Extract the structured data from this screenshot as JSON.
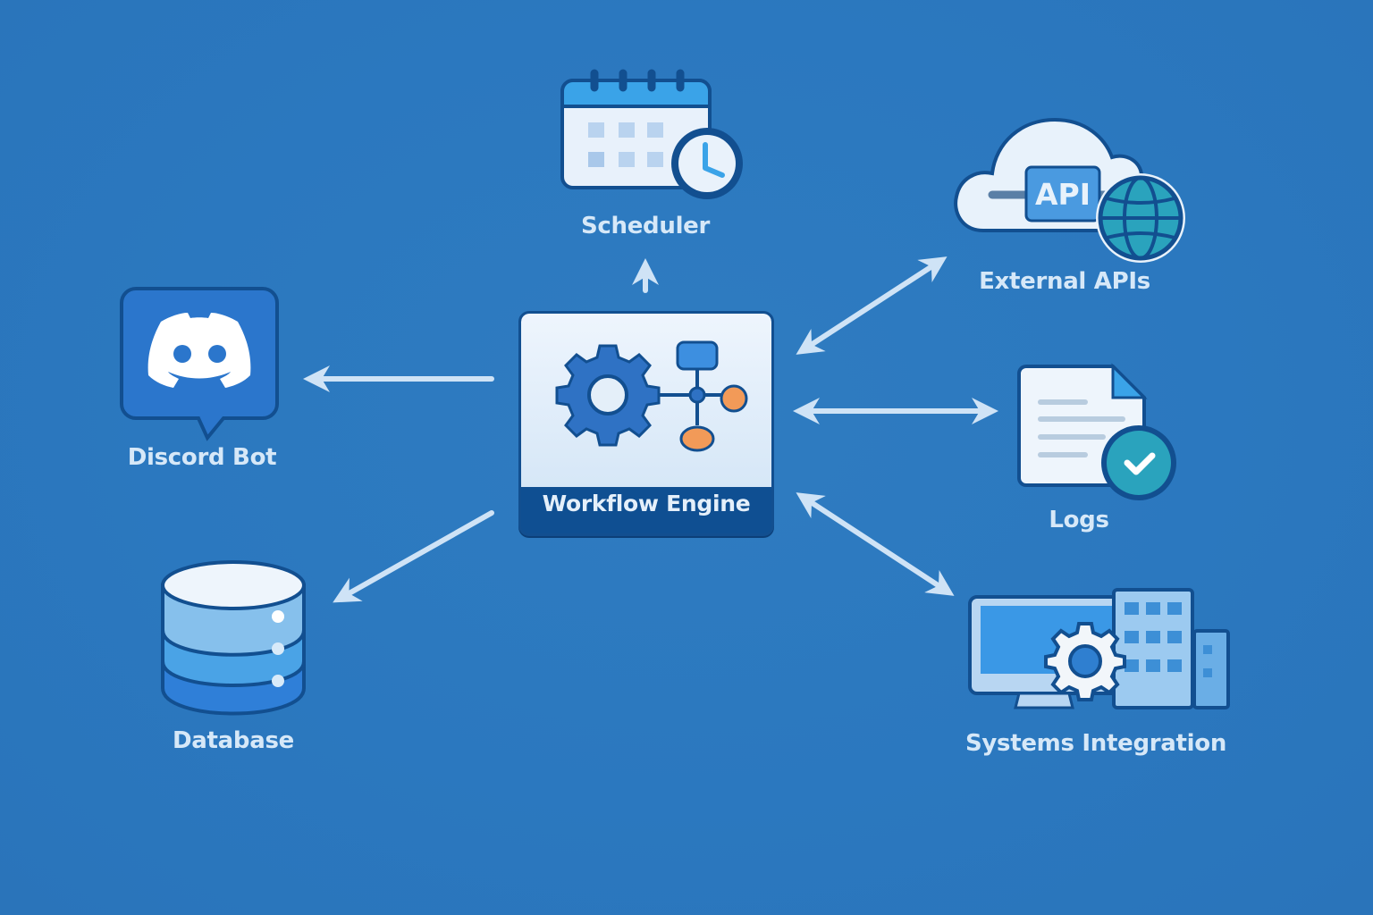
{
  "diagram": {
    "center": {
      "label": "Workflow Engine",
      "icon": "gear-workflow-icon"
    },
    "nodes": [
      {
        "id": "scheduler",
        "label": "Scheduler",
        "icon": "calendar-clock-icon",
        "connection": "outgoing"
      },
      {
        "id": "external-apis",
        "label": "External APIs",
        "icon": "cloud-api-globe-icon",
        "connection": "bidirectional"
      },
      {
        "id": "logs",
        "label": "Logs",
        "icon": "document-check-icon",
        "connection": "bidirectional"
      },
      {
        "id": "systems-integration",
        "label": "Systems Integration",
        "icon": "monitor-gear-building-icon",
        "connection": "bidirectional"
      },
      {
        "id": "discord-bot",
        "label": "Discord Bot",
        "icon": "discord-chat-icon",
        "connection": "outgoing"
      },
      {
        "id": "database",
        "label": "Database",
        "icon": "database-icon",
        "connection": "outgoing"
      }
    ],
    "icon_text": {
      "api_badge": "API"
    },
    "colors": {
      "background": "#2b78bf",
      "arrow": "#cfe3f6",
      "accent_orange": "#f29a58",
      "dark_outline": "#0f4f92",
      "teal": "#2aa3bd"
    }
  }
}
